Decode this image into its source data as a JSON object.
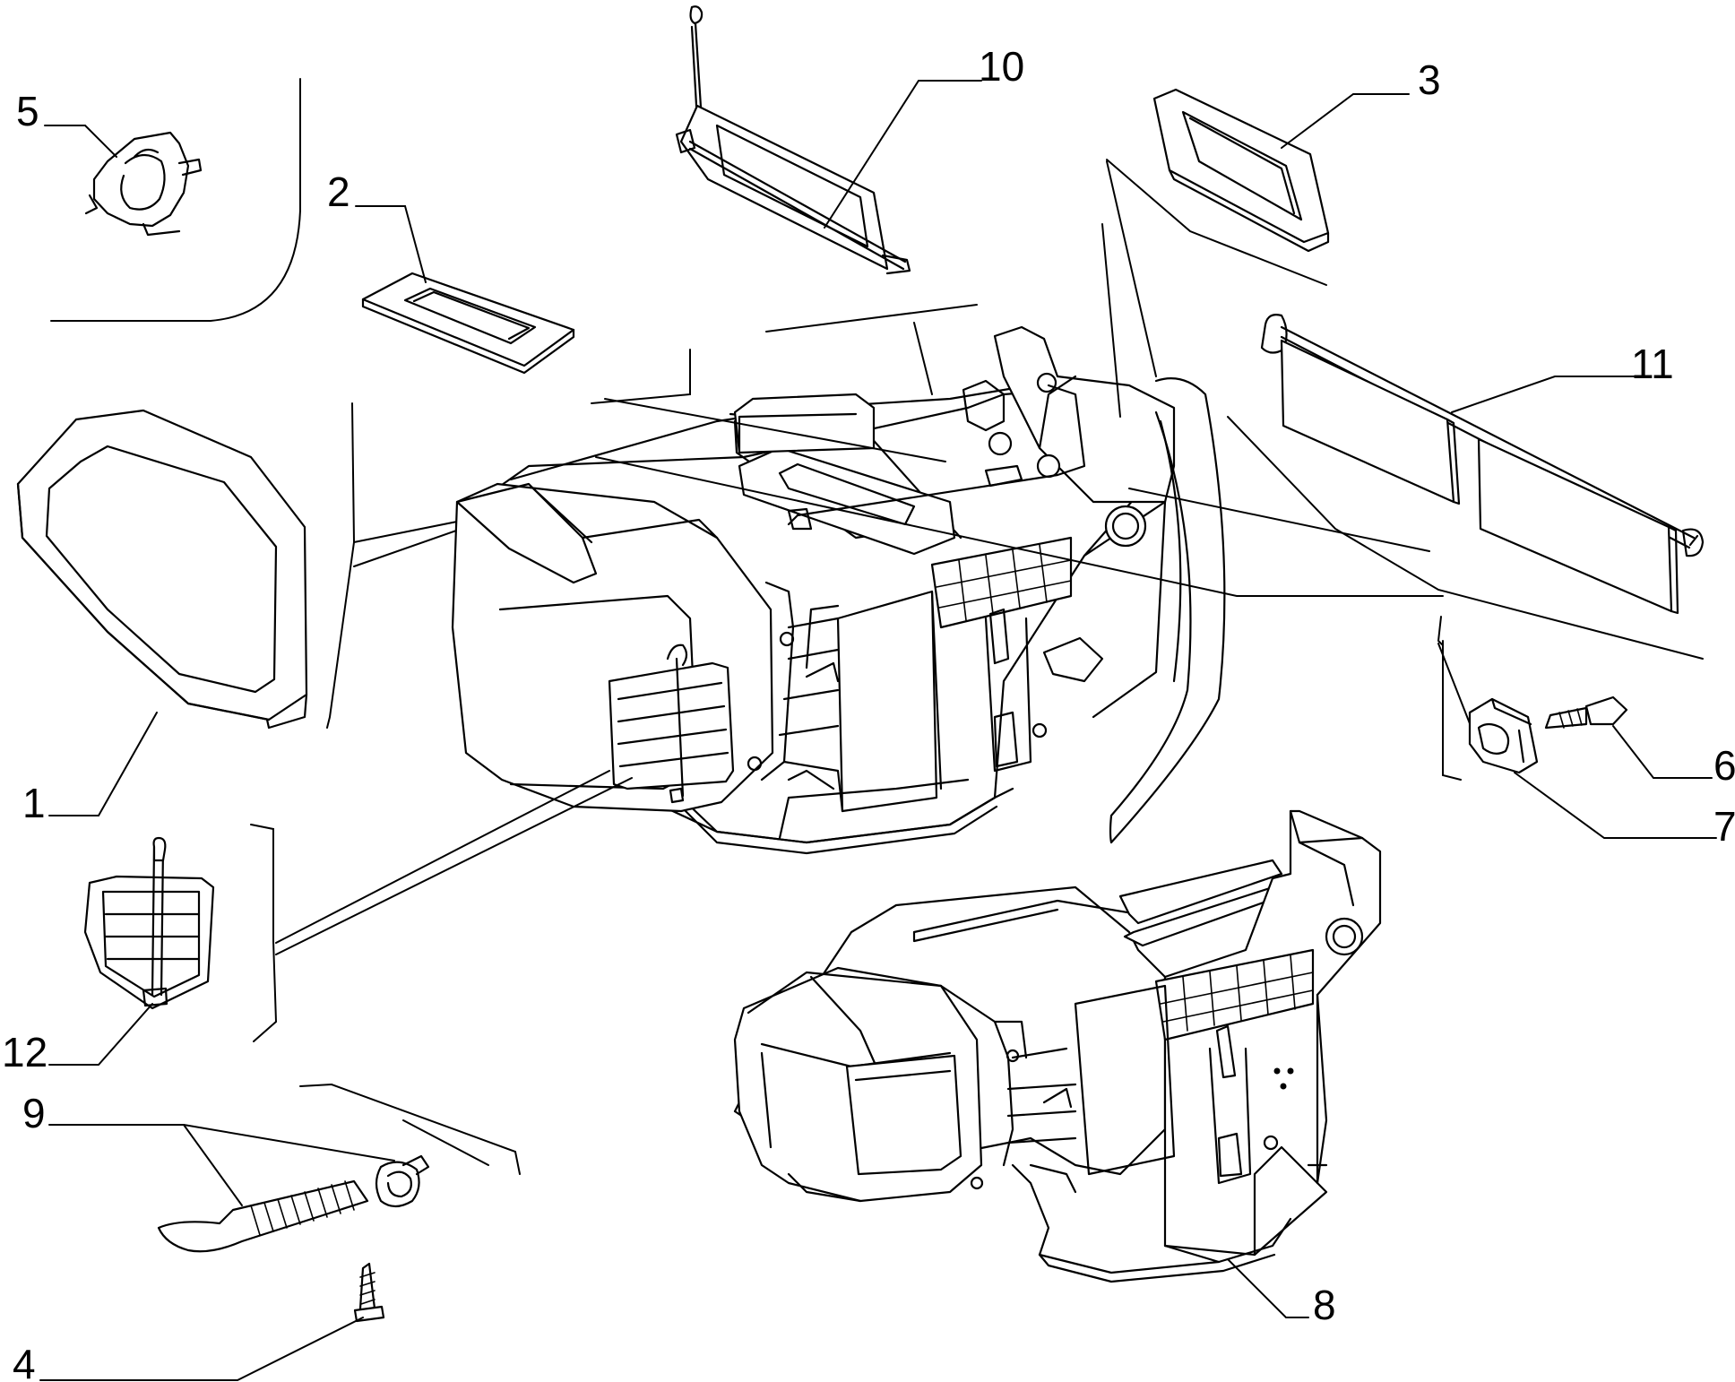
{
  "diagram": {
    "callouts": [
      {
        "id": "1",
        "label": "1",
        "part": "gasket"
      },
      {
        "id": "2",
        "label": "2",
        "part": "seal"
      },
      {
        "id": "3",
        "label": "3",
        "part": "seal"
      },
      {
        "id": "4",
        "label": "4",
        "part": "screw"
      },
      {
        "id": "5",
        "label": "5",
        "part": "clip"
      },
      {
        "id": "6",
        "label": "6",
        "part": "screw"
      },
      {
        "id": "7",
        "label": "7",
        "part": "clamp"
      },
      {
        "id": "8",
        "label": "8",
        "part": "heater-housing"
      },
      {
        "id": "9",
        "label": "9",
        "part": "drain-hose-with-clip"
      },
      {
        "id": "10",
        "label": "10",
        "part": "flap"
      },
      {
        "id": "11",
        "label": "11",
        "part": "double-flap"
      },
      {
        "id": "12",
        "label": "12",
        "part": "grille"
      }
    ],
    "line_color": "#000000",
    "background": "#ffffff"
  }
}
